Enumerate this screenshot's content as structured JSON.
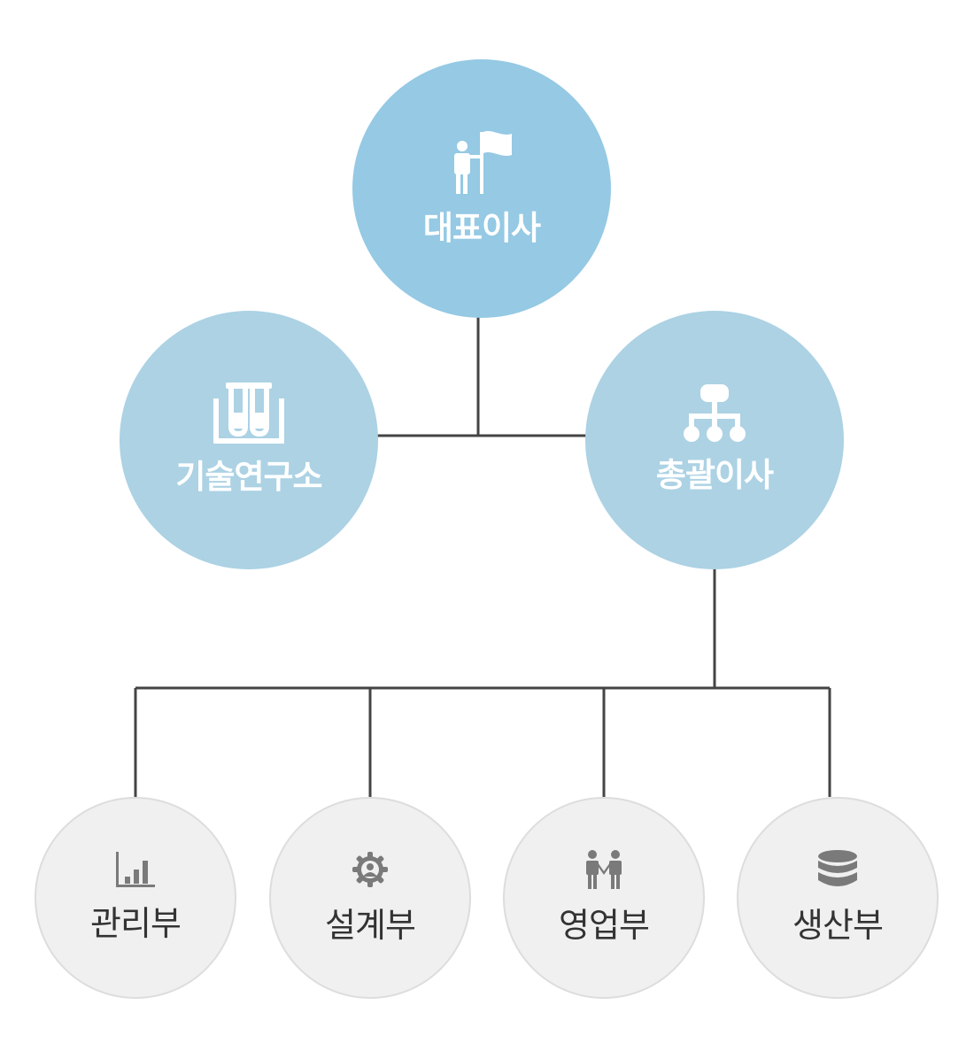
{
  "org_chart": {
    "ceo": {
      "label": "대표이사",
      "icon": "leader-flag-icon"
    },
    "research": {
      "label": "기술연구소",
      "icon": "test-tubes-icon"
    },
    "general": {
      "label": "총괄이사",
      "icon": "sitemap-icon"
    },
    "departments": [
      {
        "label": "관리부",
        "icon": "bar-chart-icon"
      },
      {
        "label": "설계부",
        "icon": "gear-person-icon"
      },
      {
        "label": "영업부",
        "icon": "people-icon"
      },
      {
        "label": "생산부",
        "icon": "database-icon"
      }
    ]
  },
  "colors": {
    "ceo_fill": "#95c9e4",
    "mid_fill": "#acd2e4",
    "dept_fill": "#f0f0f0",
    "dept_border": "#dddddd",
    "line": "#444444",
    "dept_icon": "#7a7a7a"
  }
}
